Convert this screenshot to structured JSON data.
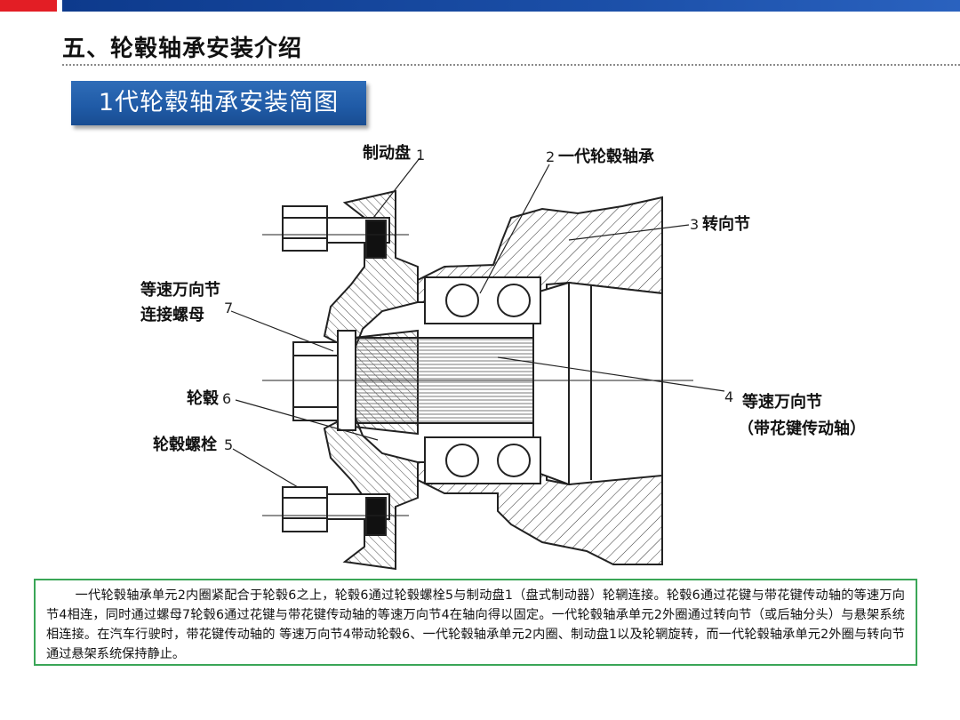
{
  "page": {
    "title": "五、轮毂轴承安装介绍",
    "subtitle": "1代轮毂轴承安装简图",
    "brand_colors": {
      "red": "#e31e25",
      "blue": "#0d3a8c",
      "banner": "#1f5aa6",
      "frame": "#3aa657"
    }
  },
  "diagram": {
    "labels": {
      "brake_disc": "制动盘",
      "bearing": "一代轮毂轴承",
      "knuckle": "转向节",
      "cv_nut_line1": "等速万向节",
      "cv_nut_line2": "连接螺母",
      "hub": "轮毂",
      "hub_bolt": "轮毂螺栓",
      "cv_joint_line1": "等速万向节",
      "cv_joint_line2": "（带花键传动轴）"
    },
    "numbers": {
      "n1": "1",
      "n2": "2",
      "n3": "3",
      "n4": "4",
      "n5": "5",
      "n6": "6",
      "n7": "7"
    }
  },
  "description": "一代轮毂轴承单元2内圈紧配合于轮毂6之上，轮毂6通过轮毂螺栓5与制动盘1（盘式制动器）轮辋连接。轮毂6通过花键与带花键传动轴的等速万向节4相连，同时通过螺母7轮毂6通过花键与带花键传动轴的等速万向节4在轴向得以固定。一代轮毂轴承单元2外圈通过转向节（或后轴分头）与悬架系统相连接。在汽车行驶时，带花键传动轴的 等速万向节4带动轮毂6、一代轮毂轴承单元2内圈、制动盘1以及轮辋旋转，而一代轮毂轴承单元2外圈与转向节通过悬架系统保持静止。"
}
